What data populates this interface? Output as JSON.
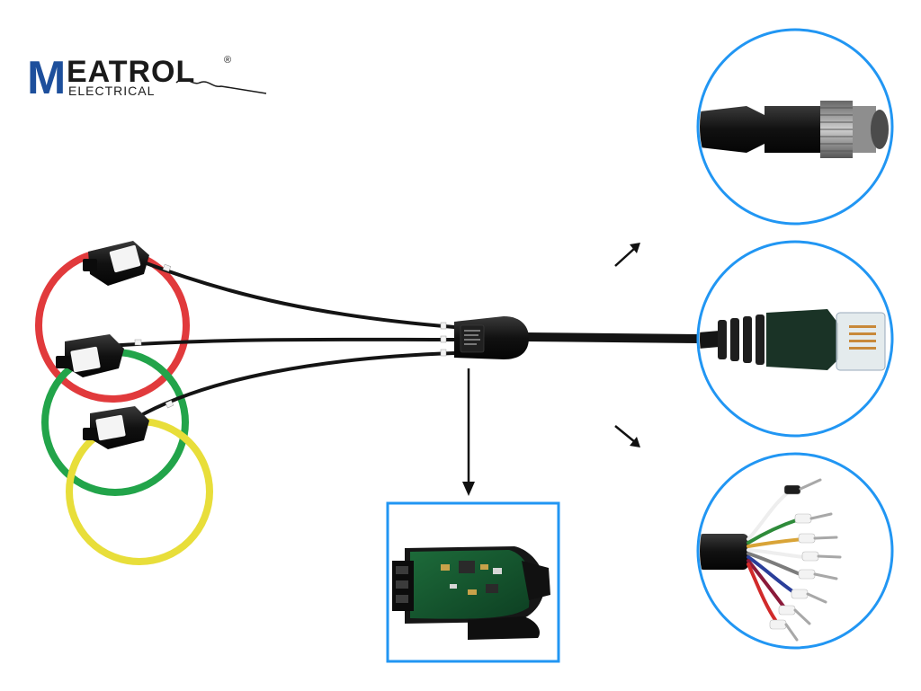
{
  "brand": {
    "name_first": "M",
    "name_rest": "EATROL",
    "registered": "®",
    "tagline": "ELECTRICAL",
    "colors": {
      "primary": "#1d4f9c",
      "dark": "#1a1a1a"
    }
  },
  "accent_frame_color": "#2196f3",
  "coil_colors": {
    "red": "#e13a3c",
    "green": "#22a44a",
    "yellow": "#e8de3a"
  }
}
